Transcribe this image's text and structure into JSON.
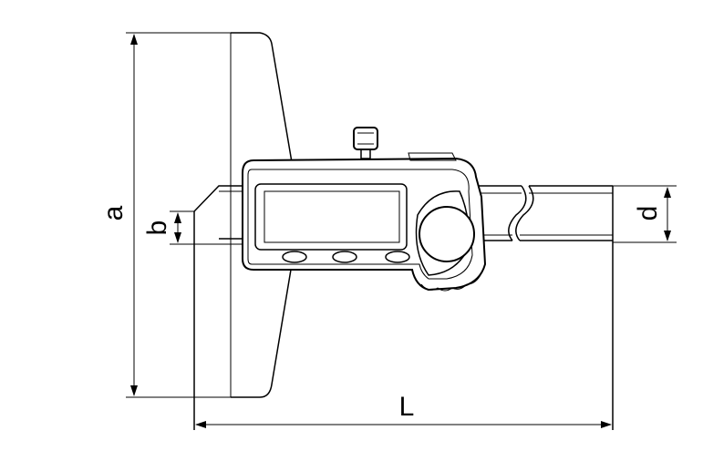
{
  "labels": {
    "a": "a",
    "b": "b",
    "d": "d",
    "L": "L"
  },
  "colors": {
    "stroke": "#000000",
    "background": "#ffffff"
  }
}
